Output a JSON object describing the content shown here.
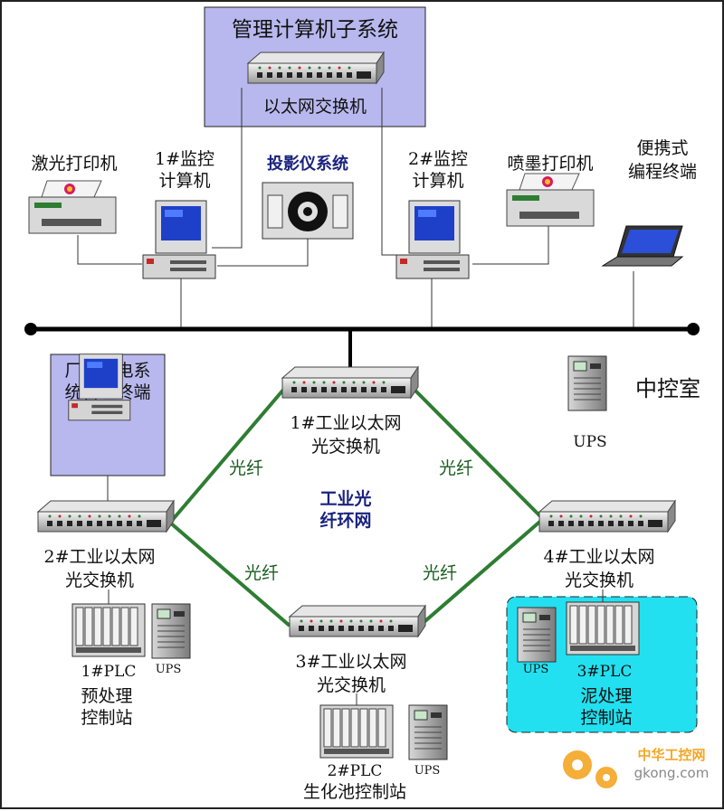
{
  "colors": {
    "fiber_ring": "#2e7d32",
    "panel_blue": "#b8b8ee",
    "panel_cyan": "#22e0f0",
    "bus": "#000000",
    "title_blue": "#1a237e"
  },
  "labels": {
    "mgmt_title": "管理计算机子系统",
    "mgmt_switch": "以太网交换机",
    "laser_printer": "激光打印机",
    "monitor1_a": "1#监控",
    "monitor1_b": "计算机",
    "projector": "投影仪系统",
    "monitor2_a": "2#监控",
    "monitor2_b": "计算机",
    "inkjet_printer": "喷墨打印机",
    "portable_a": "便携式",
    "portable_b": "编程终端",
    "power_a": "厂内配电系",
    "power_b": "统管理终端",
    "sw1_a": "1#工业以太网",
    "sw1_b": "光交换机",
    "control_room": "中控室",
    "ups_main": "UPS",
    "fiber_tl": "光纤",
    "fiber_tr": "光纤",
    "fiber_bl": "光纤",
    "fiber_br": "光纤",
    "ring_a": "工业光",
    "ring_b": "纤环网",
    "sw2_a": "2#工业以太网",
    "sw2_b": "光交换机",
    "sw4_a": "4#工业以太网",
    "sw4_b": "光交换机",
    "sw3_a": "3#工业以太网",
    "sw3_b": "光交换机",
    "plc1": "1#PLC",
    "ups1": "UPS",
    "st1_a": "预处理",
    "st1_b": "控制站",
    "plc2": "2#PLC",
    "ups2": "UPS",
    "st2": "生化池控制站",
    "ups3": "UPS",
    "plc3": "3#PLC",
    "st3_a": "泥处理",
    "st3_b": "控制站",
    "wm_a": "中华工控网",
    "wm_b": "gkong.com"
  }
}
